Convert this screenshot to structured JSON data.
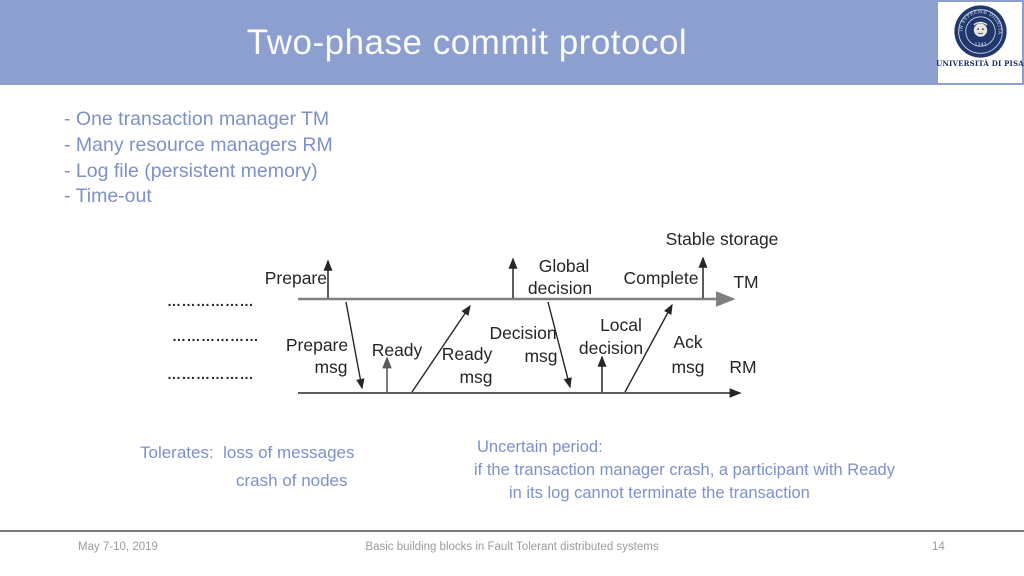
{
  "header": {
    "title": "Two-phase commit protocol",
    "logo": {
      "institution": "UNIVERSITÀ DI PISA",
      "seal_motto": "IN SVPREMÆ DIGNITATIS",
      "seal_year": "1343"
    }
  },
  "bullets": {
    "items": [
      "- One transaction manager TM",
      "- Many resource managers RM",
      "- Log file (persistent memory)",
      "- Time-out"
    ]
  },
  "diagram": {
    "stable_storage": "Stable storage",
    "tm": "TM",
    "rm": "RM",
    "prepare": "Prepare",
    "global_decision": {
      "line1": "Global",
      "line2": "decision"
    },
    "complete": "Complete",
    "prepare_msg": {
      "line1": "Prepare",
      "line2": "msg"
    },
    "ready": "Ready",
    "ready_msg": {
      "line1": "Ready",
      "line2": "msg"
    },
    "decision_msg": {
      "line1": "Decision",
      "line2": "msg"
    },
    "local_decision": {
      "line1": "Local",
      "line2": "decision"
    },
    "ack_msg": {
      "line1": "Ack",
      "line2": "msg"
    },
    "ellipsis_rows": [
      "………………",
      "………………",
      "………………"
    ]
  },
  "notes": {
    "tolerates_line1": "Tolerates:  loss of messages",
    "tolerates_line2": "crash of nodes",
    "uncertain_line1": "Uncertain period:",
    "uncertain_line2": "if the transaction manager crash, a participant with Ready",
    "uncertain_line3": "in its log cannot terminate the transaction"
  },
  "footer": {
    "date": "May 7-10, 2019",
    "course": "Basic building blocks in Fault Tolerant distributed systems",
    "page_number": "14"
  },
  "colors": {
    "header_bg": "#8c9fce",
    "title_text": "#fafbfe",
    "accent_text": "#7e90c8",
    "diagram_text": "#262626",
    "tm_line": "#7f7f7f",
    "rm_line": "#262626",
    "footer_text": "#9b9b9b",
    "seal_navy": "#20386e"
  }
}
